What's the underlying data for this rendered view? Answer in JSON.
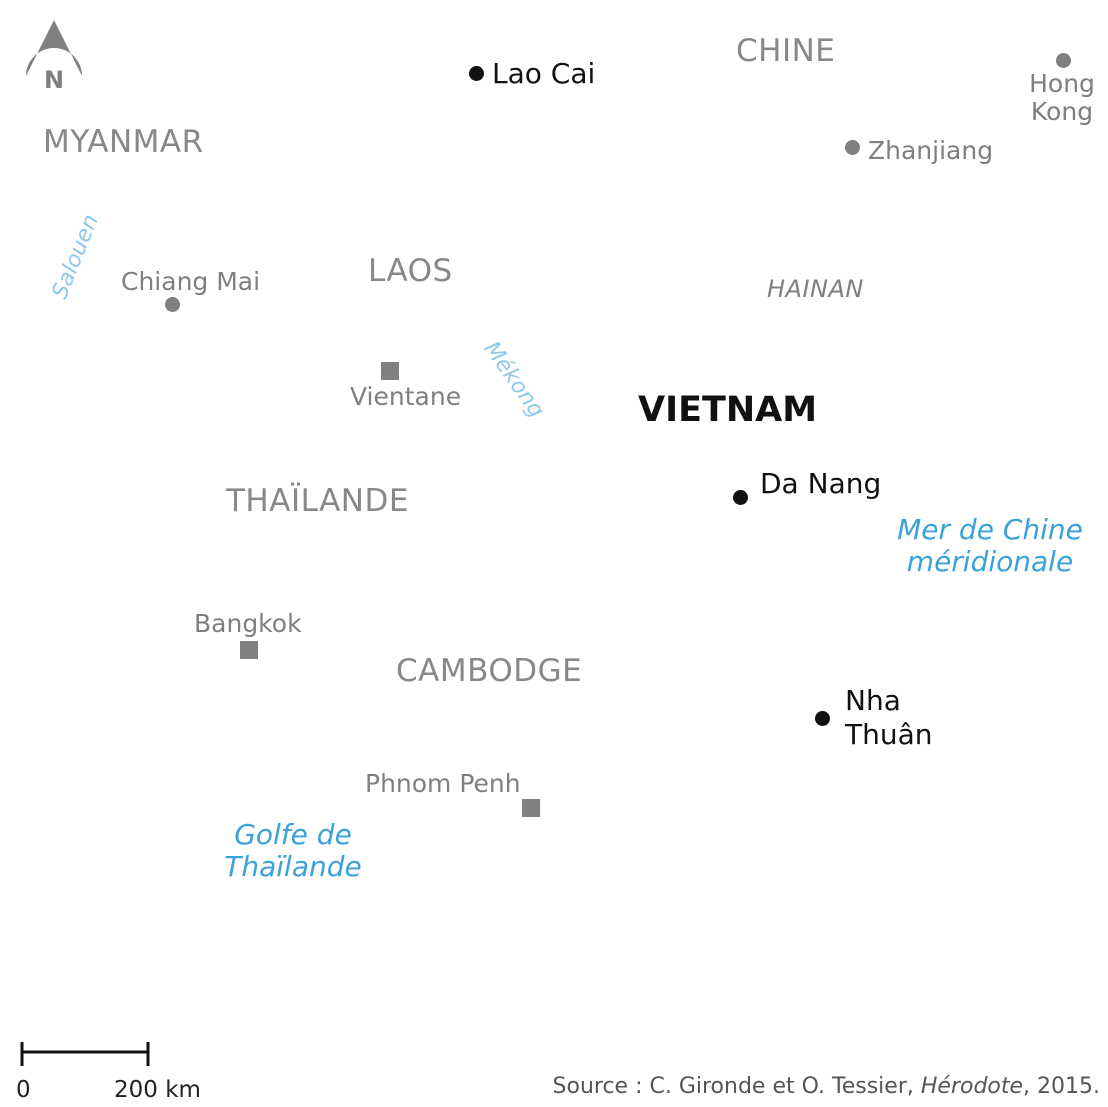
{
  "countries": {
    "myanmar": "MYANMAR",
    "chine": "CHINE",
    "laos": "LAOS",
    "thailande": "THAÏLANDE",
    "cambodge": "CAMBODGE",
    "vietnam": "VIETNAM"
  },
  "island": "HAINAN",
  "cities": {
    "lao_cai": "Lao Cai",
    "hong_kong_1": "Hong",
    "hong_kong_2": "Kong",
    "zhanjiang": "Zhanjiang",
    "chiang_mai": "Chiang Mai",
    "vientane": "Vientane",
    "da_nang": "Da Nang",
    "bangkok": "Bangkok",
    "nha_thuan_1": "Nha",
    "nha_thuan_2": "Thuân",
    "phnom_penh": "Phnom Penh"
  },
  "rivers": {
    "salouen": "Salouen",
    "mekong": "Mékong"
  },
  "waters": {
    "mer_1": "Mer de Chine",
    "mer_2": "méridionale",
    "golfe_1": "Golfe de",
    "golfe_2": "Thaïlande"
  },
  "north_arrow": {
    "letter": "N"
  },
  "scale_bar": {
    "start": "0",
    "end": "200 km"
  },
  "source": {
    "prefix": "Source : C. Gironde et O. Tessier, ",
    "publication": "Hérodote",
    "suffix": ", 2015."
  },
  "colors": {
    "country_label": "#888888",
    "water_label": "#3aa2d9",
    "river_label": "#8ec8ea",
    "city_marker_black": "#111111",
    "city_marker_grey": "#808080"
  }
}
